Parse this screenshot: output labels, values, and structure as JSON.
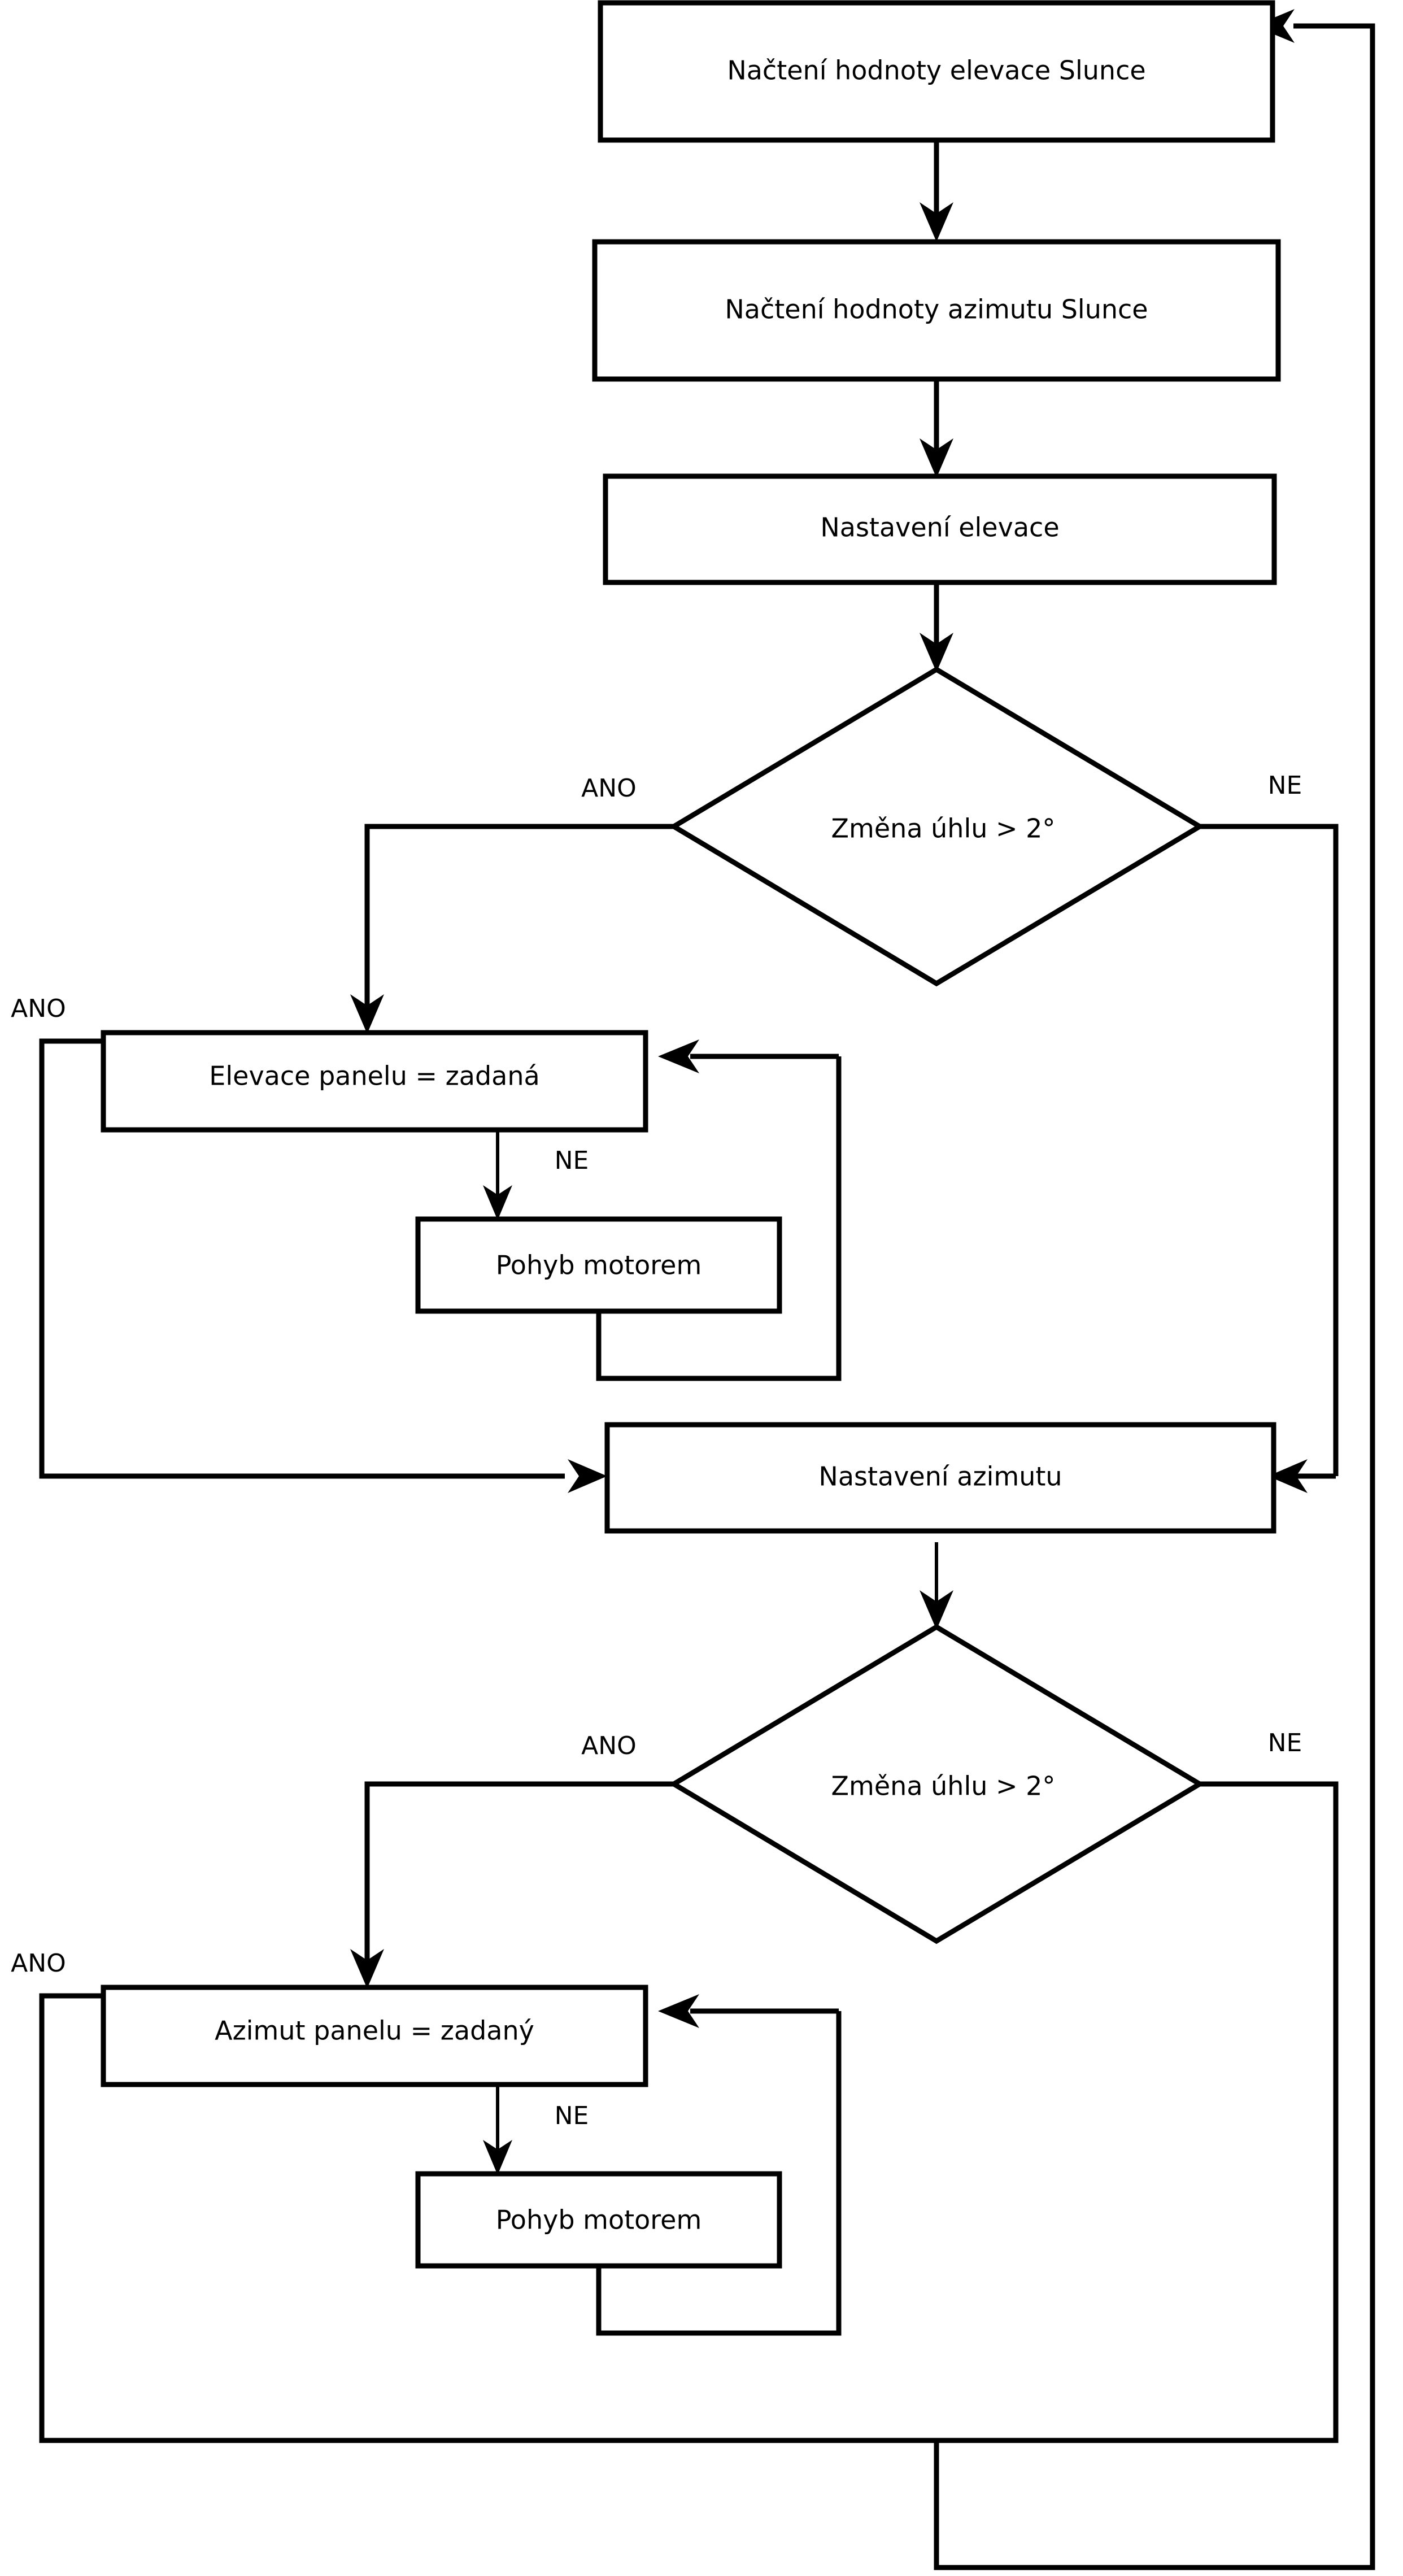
{
  "diagram": {
    "kind": "flowchart",
    "language": "cs",
    "colors": {
      "stroke": "#000000",
      "fill": "#ffffff",
      "text": "#000000"
    },
    "nodes": {
      "read_elevation": {
        "label": "Načtení hodnoty elevace Slunce",
        "shape": "process"
      },
      "read_azimuth": {
        "label": "Načtení hodnoty azimutu Slunce",
        "shape": "process"
      },
      "set_elevation": {
        "label": "Nastavení elevace",
        "shape": "process"
      },
      "decision_elevation": {
        "label": "Změna úhlu > 2°",
        "shape": "decision"
      },
      "panel_elevation_eq": {
        "label": "Elevace panelu = zadaná",
        "shape": "process"
      },
      "motor_move_elevation": {
        "label": "Pohyb motorem",
        "shape": "process"
      },
      "set_azimuth": {
        "label": "Nastavení azimutu",
        "shape": "process"
      },
      "decision_azimuth": {
        "label": "Změna úhlu > 2°",
        "shape": "decision"
      },
      "panel_azimuth_eq": {
        "label": "Azimut panelu = zadaný",
        "shape": "process"
      },
      "motor_move_azimuth": {
        "label": "Pohyb motorem",
        "shape": "process"
      }
    },
    "edge_labels": {
      "dec_elev_yes": "ANO",
      "dec_elev_no": "NE",
      "panel_elev_yes": "ANO",
      "panel_elev_no": "NE",
      "dec_azim_yes": "ANO",
      "dec_azim_no": "NE",
      "panel_azim_yes": "ANO",
      "panel_azim_no": "NE"
    }
  }
}
